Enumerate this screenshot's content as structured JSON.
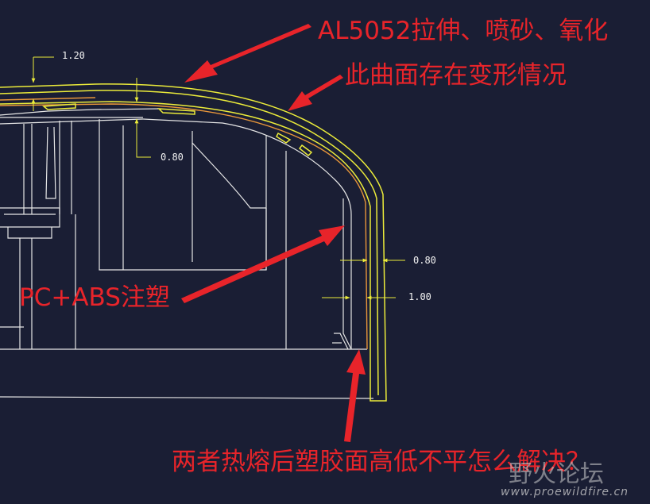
{
  "annotations": {
    "material": "AL5052拉伸、喷砂、氧化",
    "deformation": "此曲面存在变形情况",
    "injection": "PC+ABS注塑",
    "question": "两者热熔后塑胶面高低不平怎么解决？"
  },
  "dimensions": {
    "top_thickness": "1.20",
    "inner_thickness": "0.80",
    "side_outer_thickness": "0.80",
    "side_inner_thickness": "1.00"
  },
  "watermark": {
    "forum_name": "野火论坛",
    "url": "www.proewildfire.cn"
  },
  "colors": {
    "background": "#1a1e34",
    "aluminum_shell": "#ecec3a",
    "plastic_part": "#ececec",
    "inner_orange": "#e8963a",
    "annotation_red": "#e8242a",
    "dimension_text": "#f2f2f2"
  }
}
